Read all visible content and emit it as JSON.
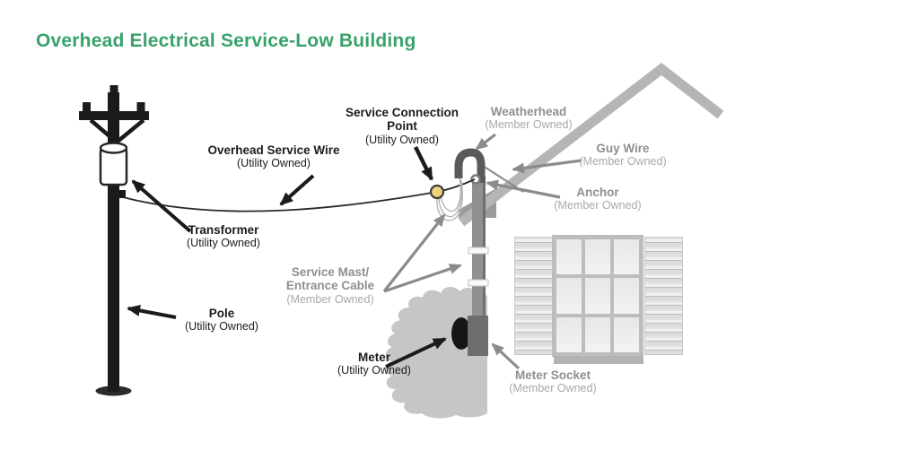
{
  "title": "Overhead Electrical Service-Low Building",
  "colors": {
    "title_green": "#38a26b",
    "utility_label": "#1c1c1c",
    "member_label": "#8f8f8f",
    "house_gray": "#b5b5b5",
    "connection_point_fill": "#eed27b"
  },
  "labels": {
    "overhead_service_wire": {
      "name": "Overhead Service Wire",
      "ownership": "(Utility Owned)"
    },
    "service_connection_point": {
      "name": "Service Connection Point",
      "ownership": "(Utility Owned)"
    },
    "transformer": {
      "name": "Transformer",
      "ownership": "(Utility Owned)"
    },
    "pole": {
      "name": "Pole",
      "ownership": "(Utility Owned)"
    },
    "meter": {
      "name": "Meter",
      "ownership": "(Utility Owned)"
    },
    "weatherhead": {
      "name": "Weatherhead",
      "ownership": "(Member Owned)"
    },
    "guy_wire": {
      "name": "Guy Wire",
      "ownership": "(Member Owned)"
    },
    "anchor": {
      "name": "Anchor",
      "ownership": "(Member Owned)"
    },
    "service_mast": {
      "name_line1": "Service Mast/",
      "name_line2": "Entrance Cable",
      "ownership": "(Member Owned)"
    },
    "meter_socket": {
      "name": "Meter Socket",
      "ownership": "(Member Owned)"
    }
  }
}
